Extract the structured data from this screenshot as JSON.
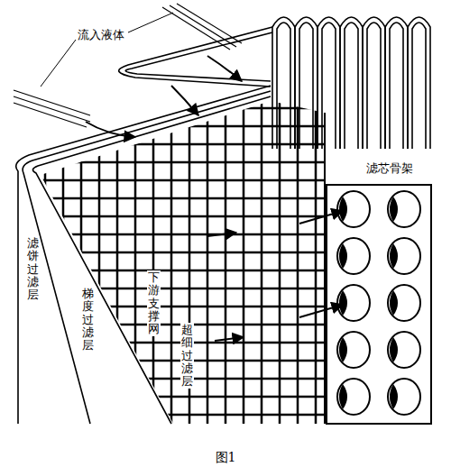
{
  "diagram": {
    "caption": "图1",
    "labels": [
      "流入液体",
      "滤芯骨架",
      "滤饼过滤层",
      "梯度过滤层",
      "下游支撑网",
      "超细过滤层"
    ]
  }
}
